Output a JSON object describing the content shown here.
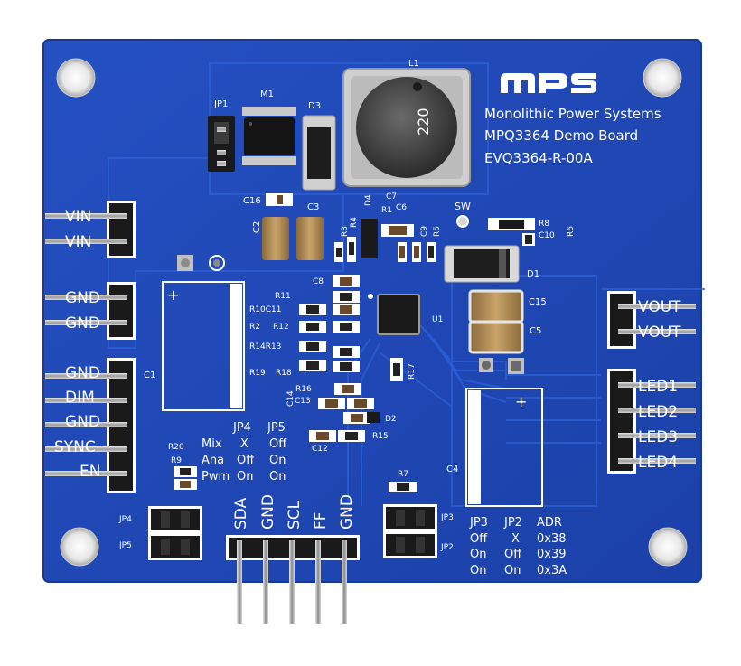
{
  "board": {
    "logo": "mps",
    "company": "Monolithic Power Systems",
    "title": "MPQ3364 Demo Board",
    "part_number": "EVQ3364-R-00A",
    "colors": {
      "solder_mask": "#1f48b8",
      "silkscreen": "#ffffff",
      "header_black": "#1a1a1a",
      "pin_metal": "#bdbdbd"
    }
  },
  "left_connectors": {
    "vin": [
      "VIN",
      "VIN"
    ],
    "gnd_top": [
      "GND",
      "GND"
    ],
    "bottom": [
      "GND",
      "DIM",
      "GND",
      "SYNC",
      "EN"
    ]
  },
  "right_connectors": {
    "vout": [
      "VOUT",
      "VOUT"
    ],
    "led": [
      "LED1",
      "LED2",
      "LED3",
      "LED4"
    ]
  },
  "bottom_header_labels": [
    "SDA",
    "GND",
    "SCL",
    "FF",
    "GND"
  ],
  "jp_table_left": {
    "headers": [
      "",
      "JP4",
      "JP5"
    ],
    "rows": [
      [
        "Mix",
        "X",
        "Off"
      ],
      [
        "Ana",
        "Off",
        "On"
      ],
      [
        "Pwm",
        "On",
        "On"
      ]
    ]
  },
  "jp_table_right": {
    "headers": [
      "JP3",
      "JP2",
      "ADR"
    ],
    "rows": [
      [
        "Off",
        "X",
        "0x38"
      ],
      [
        "On",
        "Off",
        "0x39"
      ],
      [
        "On",
        "On",
        "0x3A"
      ]
    ]
  },
  "refdes": {
    "L1": "L1",
    "JP1": "JP1",
    "M1": "M1",
    "D3": "D3",
    "C16": "C16",
    "C2": "C2",
    "C3": "C3",
    "R3": "R3",
    "R4": "R4",
    "D4": "D4",
    "R1": "R1",
    "C7": "C7",
    "C6": "C6",
    "C9": "C9",
    "R5": "R5",
    "SW": "SW",
    "R8": "R8",
    "C10": "C10",
    "R6": "R6",
    "D1": "D1",
    "C8": "C8",
    "R11": "R11",
    "R10C11": "R10C11",
    "R2": "R2",
    "R12": "R12",
    "U1": "U1",
    "C15": "C15",
    "C5": "C5",
    "R14R13": "R14R13",
    "R19": "R19",
    "R18": "R18",
    "R17": "R17",
    "C1": "C1",
    "C14": "C14",
    "R16": "R16",
    "C13": "C13",
    "D2": "D2",
    "R15": "R15",
    "C12": "C12",
    "R20": "R20",
    "R9": "R9",
    "C4": "C4",
    "R7": "R7",
    "JP4": "JP4",
    "JP5": "JP5",
    "JP3": "JP3",
    "JP2": "JP2"
  },
  "markings": {
    "inductor": "220",
    "plus": "+"
  }
}
